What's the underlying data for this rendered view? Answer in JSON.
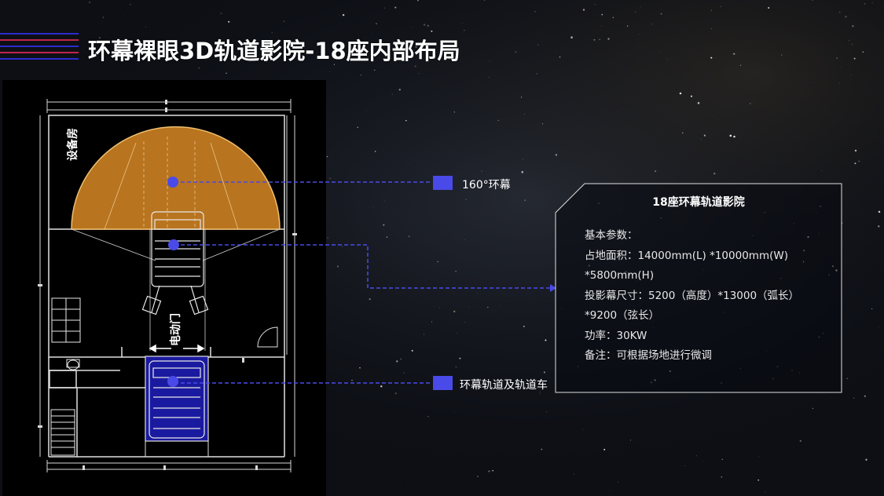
{
  "title": "环幕裸眼3D轨道影院-18座内部布局",
  "colors": {
    "accent": "#4a4ae8",
    "screen_fill": "#b8741f",
    "track_fill": "#1a1aa0",
    "line_red": "#c0244a",
    "line_blue": "#3a3ac8"
  },
  "plan": {
    "equipment_room": "设备房",
    "electric_door": "电动门"
  },
  "callouts": {
    "screen": "160°环幕",
    "track": "环幕轨道及轨道车"
  },
  "info": {
    "heading": "18座环幕轨道影院",
    "lines": [
      "基本参数：",
      "占地面积：14000mm(L) *10000mm(W)",
      "*5800mm(H)",
      "投影幕尺寸：5200（高度）*13000（弧长）",
      "*9200（弦长）",
      "功率：30KW",
      "备注：可根据场地进行微调"
    ]
  }
}
